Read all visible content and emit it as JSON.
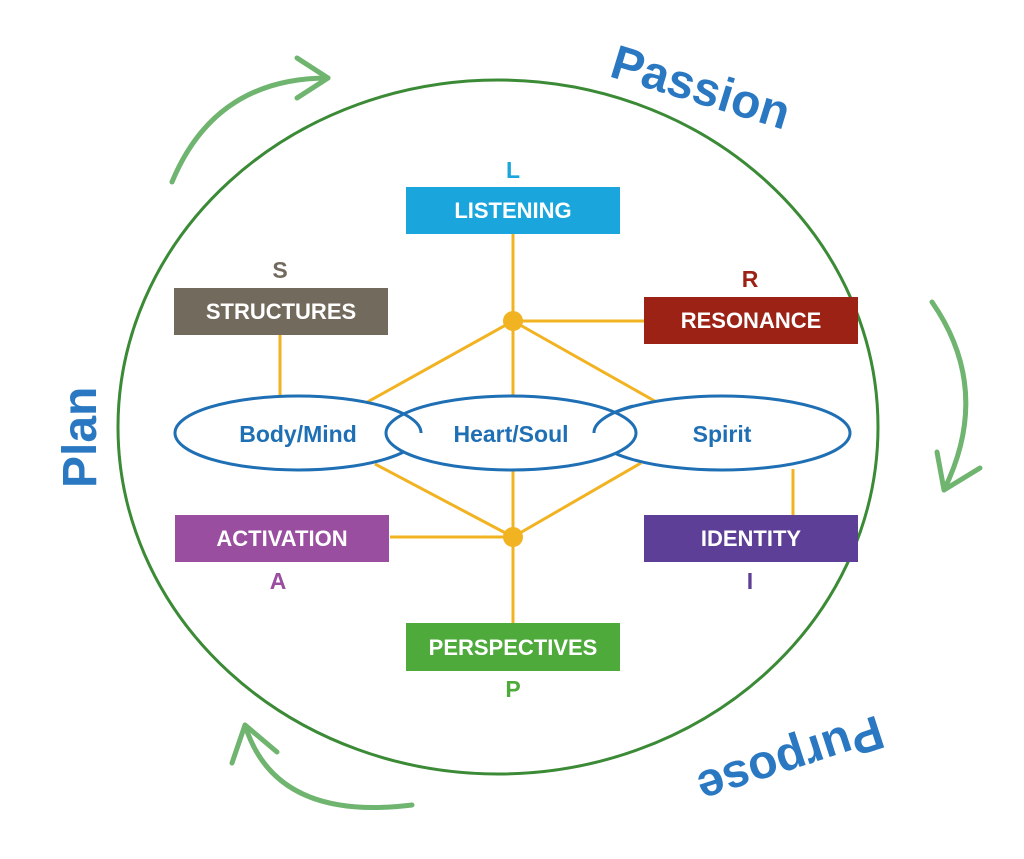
{
  "cycle": {
    "top_right": "Passion",
    "bottom_right": "Purpose",
    "left": "Plan"
  },
  "ovals": {
    "left": "Body/Mind",
    "center": "Heart/Soul",
    "right": "Spirit"
  },
  "boxes": {
    "listening": {
      "label": "LISTENING",
      "letter": "L",
      "color": "#1aa6dc"
    },
    "structures": {
      "label": "STRUCTURES",
      "letter": "S",
      "color": "#736a5e"
    },
    "resonance": {
      "label": "RESONANCE",
      "letter": "R",
      "color": "#9c2216"
    },
    "activation": {
      "label": "ACTIVATION",
      "letter": "A",
      "color": "#9a4ea0"
    },
    "identity": {
      "label": "IDENTITY",
      "letter": "I",
      "color": "#5e3f97"
    },
    "perspectives": {
      "label": "PERSPECTIVES",
      "letter": "P",
      "color": "#4eaa3a"
    }
  },
  "colors": {
    "circle": "#3b8a36",
    "arrows": "#6fb46f",
    "connectors": "#f2b322",
    "oval_stroke": "#1f6fb5",
    "cycle_text": "#2a78c2"
  }
}
